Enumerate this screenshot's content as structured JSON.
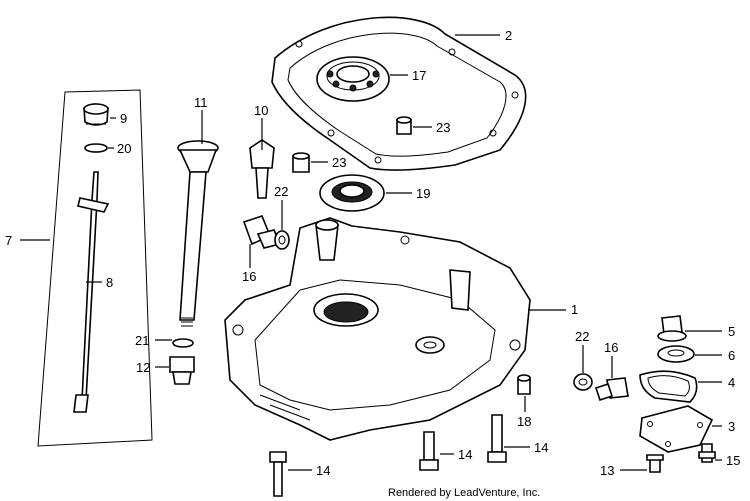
{
  "callouts": [
    {
      "id": "c1",
      "text": "1"
    },
    {
      "id": "c2",
      "text": "2"
    },
    {
      "id": "c3",
      "text": "3"
    },
    {
      "id": "c4",
      "text": "4"
    },
    {
      "id": "c5",
      "text": "5"
    },
    {
      "id": "c6",
      "text": "6"
    },
    {
      "id": "c7",
      "text": "7"
    },
    {
      "id": "c8",
      "text": "8"
    },
    {
      "id": "c9",
      "text": "9"
    },
    {
      "id": "c10",
      "text": "10"
    },
    {
      "id": "c11",
      "text": "11"
    },
    {
      "id": "c12",
      "text": "12"
    },
    {
      "id": "c13",
      "text": "13"
    },
    {
      "id": "c14a",
      "text": "14"
    },
    {
      "id": "c14b",
      "text": "14"
    },
    {
      "id": "c14c",
      "text": "14"
    },
    {
      "id": "c15",
      "text": "15"
    },
    {
      "id": "c16a",
      "text": "16"
    },
    {
      "id": "c16b",
      "text": "16"
    },
    {
      "id": "c17",
      "text": "17"
    },
    {
      "id": "c18",
      "text": "18"
    },
    {
      "id": "c19",
      "text": "19"
    },
    {
      "id": "c20",
      "text": "20"
    },
    {
      "id": "c21",
      "text": "21"
    },
    {
      "id": "c22a",
      "text": "22"
    },
    {
      "id": "c22b",
      "text": "22"
    },
    {
      "id": "c23a",
      "text": "23"
    },
    {
      "id": "c23b",
      "text": "23"
    }
  ],
  "credit": "Rendered by LeadVenture, Inc."
}
